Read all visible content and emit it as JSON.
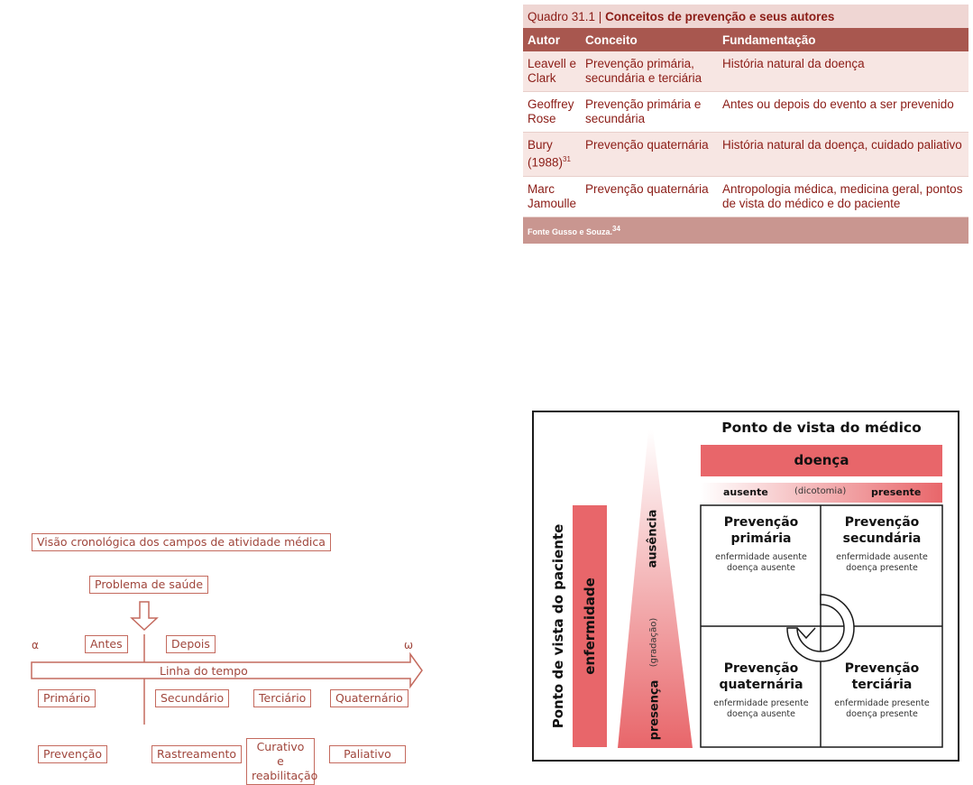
{
  "table": {
    "caption_prefix": "Quadro 31.1 | ",
    "caption_title": "Conceitos de prevenção e seus autores",
    "headers": [
      "Autor",
      "Conceito",
      "Fundamentação"
    ],
    "rows": [
      {
        "autor": "Leavell e Clark",
        "autor_sup": "",
        "conceito": "Prevenção primária, secundária e terciária",
        "fundamentacao": "História natural da doença"
      },
      {
        "autor": "Geoffrey Rose",
        "autor_sup": "",
        "conceito": "Prevenção primária e secundária",
        "fundamentacao": "Antes ou depois do evento a ser prevenido"
      },
      {
        "autor": "Bury (1988)",
        "autor_sup": "31",
        "conceito": "Prevenção quaternária",
        "fundamentacao": "História natural da doença, cuidado paliativo"
      },
      {
        "autor": "Marc Jamoulle",
        "autor_sup": "",
        "conceito": "Prevenção quaternária",
        "fundamentacao": "Antropologia médica, medicina geral, pontos de vista do médico e do paciente"
      }
    ],
    "footer": "Fonte Gusso e Souza.",
    "footer_sup": "34"
  },
  "timeline": {
    "title": "Visão cronológica dos campos de atividade médica",
    "problem": "Problema de saúde",
    "alpha": "α",
    "omega": "ω",
    "before": "Antes",
    "after": "Depois",
    "axis_label": "Linha do tempo",
    "levels": [
      "Primário",
      "Secundário",
      "Terciário",
      "Quaternário"
    ],
    "fields": [
      "Prevenção",
      "Rastreamento",
      "Curativo e reabilitação",
      "Paliativo"
    ]
  },
  "matrix": {
    "doctor_view": "Ponto de vista do médico",
    "disease": "doença",
    "absent": "ausente",
    "dichotomy": "(dicotomia)",
    "present": "presente",
    "patient_view": "Ponto de vista do paciente",
    "illness": "enfermidade",
    "absence": "ausência",
    "gradation": "(gradação)",
    "presence": "presença",
    "cells": [
      {
        "title": "Prevenção primária",
        "sub1": "enfermidade ausente",
        "sub2": "doença ausente"
      },
      {
        "title": "Prevenção secundária",
        "sub1": "enfermidade ausente",
        "sub2": "doença presente"
      },
      {
        "title": "Prevenção quaternária",
        "sub1": "enfermidade presente",
        "sub2": "doença ausente"
      },
      {
        "title": "Prevenção terciária",
        "sub1": "enfermidade presente",
        "sub2": "doença presente"
      }
    ],
    "colors": {
      "red": "#e8666a",
      "pink": "#f4b9b9"
    }
  }
}
